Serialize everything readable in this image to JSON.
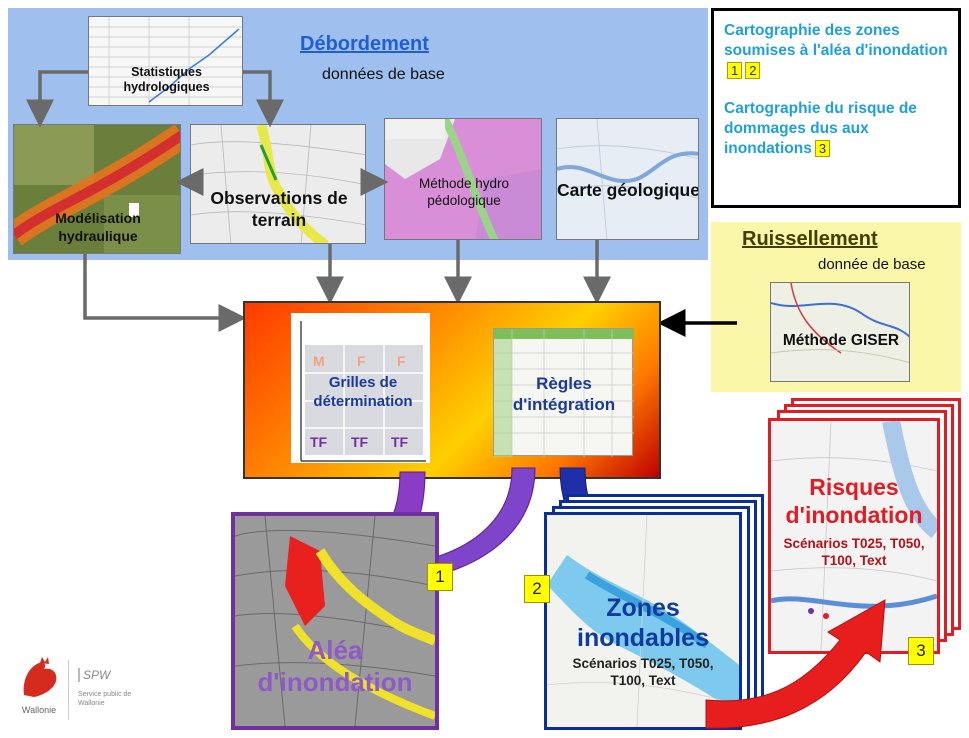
{
  "debordement": {
    "title": "Débordement",
    "subtitle": "données de base",
    "stats_label": "Statistiques hydrologiques",
    "modelisation_label": "Modélisation hydraulique",
    "observations_label": "Observations de terrain",
    "methode_hp_label": "Méthode hydro pédologique",
    "carte_geo_label": "Carte géologique"
  },
  "legend": {
    "item1_text": "Cartographie des zones soumises à l'aléa d'inondation",
    "item1_badges": [
      "1",
      "2"
    ],
    "item2_text": "Cartographie du risque de dommages dus aux inondations",
    "item2_badge": "3"
  },
  "ruissellement": {
    "title": "Ruissellement",
    "subtitle": "donnée de base",
    "giser_label": "Méthode GISER"
  },
  "center": {
    "grilles_label": "Grilles de détermination",
    "grid_cells": [
      "M",
      "F",
      "F",
      "",
      "",
      "",
      "",
      "",
      "",
      "",
      "",
      ""
    ],
    "grid_bottom": [
      "TF",
      "TF",
      "TF"
    ],
    "regles_label": "Règles d'intégration"
  },
  "outputs": {
    "alea_title": "Aléa d'inondation",
    "alea_badge": "1",
    "zones_title": "Zones inondables",
    "zones_scenarios": "Scénarios T025, T050, T100, Text",
    "zones_badge": "2",
    "risques_title": "Risques d'inondation",
    "risques_scenarios": "Scénarios T025, T050, T100, Text",
    "risques_badge": "3"
  },
  "logo": {
    "left_text": "Wallonie",
    "spw": "SPW",
    "spw_sub": "Service public de Wallonie"
  },
  "colors": {
    "panel_blue": "#9fc0ee",
    "panel_yellow": "#fbf7a8",
    "legend_text": "#1fa0db",
    "alea": "#7030a0",
    "zones": "#0a2f9a",
    "risques": "#e31b23"
  }
}
